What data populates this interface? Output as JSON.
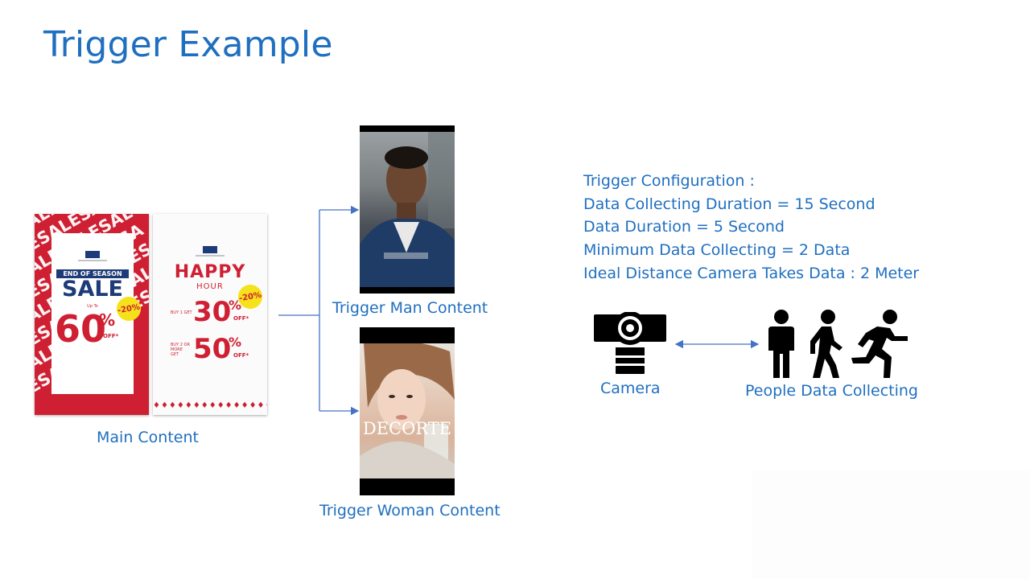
{
  "title": "Trigger Example",
  "main_content": {
    "label": "Main Content",
    "poster_sale": {
      "header": "END OF SEASON",
      "headline": "SALE",
      "up_to": "Up To",
      "big_value": "60",
      "percent": "%",
      "off": "OFF*",
      "badge": "-20%",
      "background_word": "SALE"
    },
    "poster_happy": {
      "headline": "HAPPY",
      "subline": "HOUR",
      "badge": "-20%",
      "row1_text": "BUY 1 GET",
      "row1_value": "30",
      "row2_text": "BUY 2 OR MORE GET",
      "row2_value": "50",
      "percent": "%",
      "off": "OFF*"
    }
  },
  "trigger_man": {
    "label": "Trigger Man Content"
  },
  "trigger_woman": {
    "label": "Trigger Woman Content",
    "brand": "DECORTE"
  },
  "config": {
    "heading": "Trigger Configuration :",
    "lines": [
      "Data Collecting Duration = 15 Second",
      "Data Duration = 5 Second",
      "Minimum Data Collecting = 2 Data",
      "Ideal Distance Camera Takes Data : 2 Meter"
    ]
  },
  "camera": {
    "label": "Camera",
    "icon": "webcam-icon"
  },
  "people": {
    "label": "People Data Collecting",
    "icons": [
      "standing-person-icon",
      "walking-person-icon",
      "running-person-icon"
    ]
  },
  "colors": {
    "accent": "#1f6fc0",
    "sale_red": "#cf2033",
    "navy": "#1d3b78",
    "badge_yellow": "#f6e21b",
    "connector": "#4472c4"
  }
}
